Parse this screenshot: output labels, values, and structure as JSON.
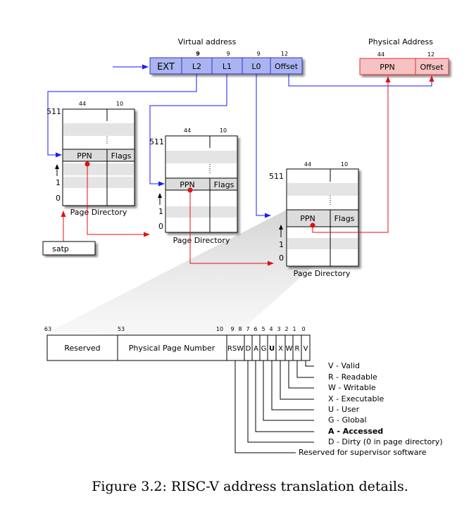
{
  "virtual_address": {
    "title": "Virtual address",
    "fields": [
      {
        "label": "EXT",
        "bits": ""
      },
      {
        "label": "L2",
        "bits": "9"
      },
      {
        "label": "L1",
        "bits": "9"
      },
      {
        "label": "L0",
        "bits": "9"
      },
      {
        "label": "Offset",
        "bits": "12"
      }
    ]
  },
  "physical_address": {
    "title": "Physical Address",
    "fields": [
      {
        "label": "PPN",
        "bits": "44"
      },
      {
        "label": "Offset",
        "bits": "12"
      }
    ]
  },
  "page_directory": {
    "title": "Page Directory",
    "ppn_label": "PPN",
    "flags_label": "Flags",
    "ppn_bits": "44",
    "flags_bits": "10",
    "row_top": "511",
    "row_one": "1",
    "row_zero": "0"
  },
  "satp_label": "satp",
  "pte": {
    "bit_numbers": [
      "63",
      "53",
      "10",
      "9",
      "8",
      "7",
      "6",
      "5",
      "4",
      "3",
      "2",
      "1",
      "0"
    ],
    "reserved": "Reserved",
    "ppn": "Physical Page Number",
    "rsw": "RSW",
    "flag_letters": [
      "D",
      "A",
      "G",
      "U",
      "X",
      "W",
      "R",
      "V"
    ]
  },
  "legend": [
    {
      "text": "V - Valid"
    },
    {
      "text": "R  - Readable"
    },
    {
      "text": "W - Writable"
    },
    {
      "text": "X  - Executable"
    },
    {
      "text": "U - User"
    },
    {
      "text": "G - Global"
    },
    {
      "text": "A - Accessed"
    },
    {
      "text": "D - Dirty (0 in page directory)"
    },
    {
      "text": "Reserved for supervisor software"
    }
  ],
  "caption": "Figure 3.2: RISC-V address translation details.",
  "colors": {
    "virtual_fill": "#aab4f0",
    "virtual_stroke": "#3333cc",
    "physical_fill": "#f6c2c2",
    "physical_stroke": "#e03030",
    "blue_arrow": "#1a1aff",
    "red_arrow": "#e01010",
    "stripe": "#e4e4e4"
  }
}
